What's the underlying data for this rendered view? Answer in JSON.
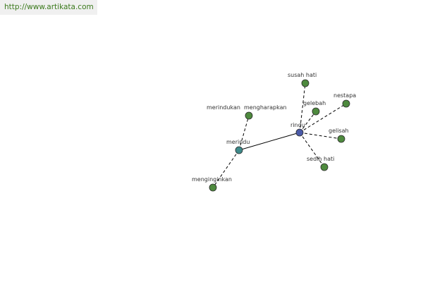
{
  "source": {
    "url_text": "http://www.artikata.com"
  },
  "colors": {
    "root": "#4a5aa8",
    "intermediate": "#3e8a8a",
    "leaf": "#4e8a3e",
    "url_text": "#3b7a1c",
    "url_bar": "#f0f0f0"
  },
  "graph": {
    "nodes": [
      {
        "id": "rindu",
        "label": "rindu",
        "kind": "root"
      },
      {
        "id": "merindu",
        "label": "merindu",
        "kind": "intermediate"
      },
      {
        "id": "susah-hati",
        "label": "susah hati",
        "kind": "leaf"
      },
      {
        "id": "gelebah",
        "label": "gelebah",
        "kind": "leaf"
      },
      {
        "id": "nestapa",
        "label": "nestapa",
        "kind": "leaf"
      },
      {
        "id": "gelisah",
        "label": "gelisah",
        "kind": "leaf"
      },
      {
        "id": "sedih-hati",
        "label": "sedih hati",
        "kind": "leaf"
      },
      {
        "id": "merindukan",
        "label": "merindukan",
        "kind": "leaf"
      },
      {
        "id": "mengharapkan",
        "label": "mengharapkan",
        "kind": "leaf"
      },
      {
        "id": "menginginkan",
        "label": "menginginkan",
        "kind": "leaf"
      }
    ],
    "edges": [
      {
        "from": "rindu",
        "to": "merindu",
        "style": "solid"
      },
      {
        "from": "rindu",
        "to": "susah-hati",
        "style": "dashed"
      },
      {
        "from": "rindu",
        "to": "gelebah",
        "style": "dashed"
      },
      {
        "from": "rindu",
        "to": "nestapa",
        "style": "dashed"
      },
      {
        "from": "rindu",
        "to": "gelisah",
        "style": "dashed"
      },
      {
        "from": "rindu",
        "to": "sedih-hati",
        "style": "dashed"
      },
      {
        "from": "merindu",
        "to": "mengharapkan",
        "style": "dashed"
      },
      {
        "from": "merindu",
        "to": "menginginkan",
        "style": "dashed"
      }
    ]
  }
}
